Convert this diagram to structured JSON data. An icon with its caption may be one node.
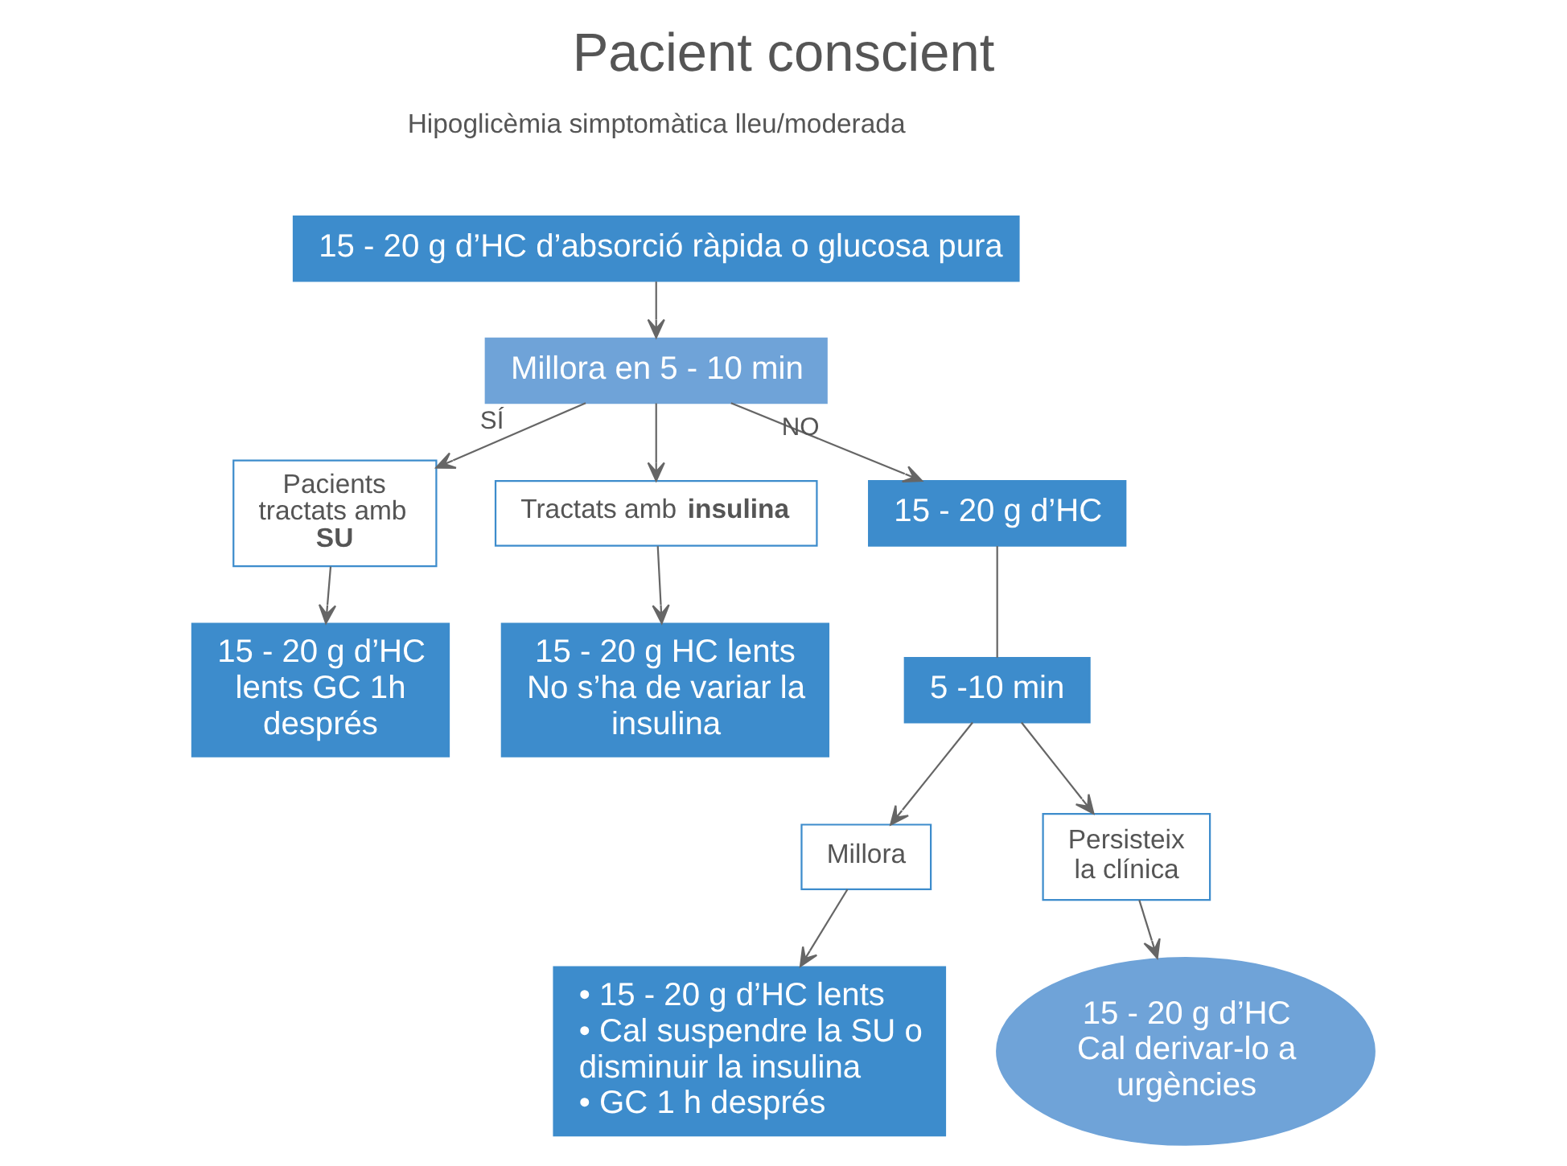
{
  "diagram": {
    "title": "Pacient conscient",
    "nodes": [
      {
        "text": [
          "15 - 20 g d’HC d’absorció ràpida o glucosa pura"
        ]
      },
      {
        "text": [
          "Millora en 5 - 10 min"
        ]
      },
      {
        "text": [
          "Pacients tractats amb **SU**"
        ]
      },
      {
        "text": [
          "Tractats amb **insulina**"
        ]
      },
      {
        "text": [
          "15 - 20 g d’HC lents GC 1h després"
        ]
      },
      {
        "text": [
          "15 - 20 g HC lents No s’ha de variar la insulina"
        ]
      },
      {
        "text": [
          "15 - 20 g d’HC"
        ]
      },
      {
        "text": [
          "5 -10 min"
        ]
      },
      {
        "text": [
          "Millora"
        ]
      },
      {
        "text": [
          "Persisteix la clínica"
        ]
      },
      {
        "text": [
          "• 15 - 20 g d’HC lents",
          "• Cal suspendre la SU o disminuir la insulina",
          "• GC 1 h després"
        ]
      },
      {
        "text": [
          "15 - 20 g d’HC Cal derivar-lo a urgències"
        ]
      }
    ],
    "edges": [
      {
        "from": 0,
        "to": 1,
        "arrow": "to"
      },
      {
        "from": 1,
        "to": 2,
        "arrow": "to",
        "label": "SÍ"
      },
      {
        "from": 1,
        "to": 3,
        "arrow": "to"
      },
      {
        "from": 1,
        "to": 6,
        "arrow": "to",
        "label": "NO"
      },
      {
        "from": 2,
        "to": 4,
        "arrow": "to"
      },
      {
        "from": 3,
        "to": 5,
        "arrow": "to"
      },
      {
        "from": 6,
        "to": 7,
        "arrow": "none"
      },
      {
        "from": 7,
        "to": 8,
        "arrow": "to"
      },
      {
        "from": 7,
        "to": 9,
        "arrow": "to"
      },
      {
        "from": 8,
        "to": 10,
        "arrow": "to"
      },
      {
        "from": 9,
        "to": 11,
        "arrow": "to"
      }
    ],
    "labels": [
      "Hipoglicèmia simptomàtica lleu/moderada"
    ]
  }
}
